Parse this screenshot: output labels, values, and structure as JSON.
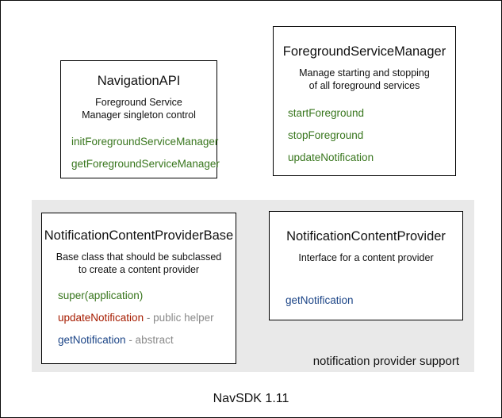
{
  "diagram": {
    "caption": "NavSDK 1.11",
    "group_label": "notification provider support",
    "colors": {
      "method_green": "#38761d",
      "method_red": "#a61c00",
      "method_blue": "#1c4587",
      "annotation_gray": "#8a8a8a"
    },
    "boxes": [
      {
        "id": "navigation-api",
        "title": "NavigationAPI",
        "description": [
          "Foreground Service",
          "Manager singleton control"
        ],
        "methods": [
          {
            "name": "initForegroundServiceManager"
          },
          {
            "name": "getForegroundServiceManager"
          }
        ]
      },
      {
        "id": "foreground-service-manager",
        "title": "ForegroundServiceManager",
        "description": [
          "Manage starting and stopping",
          "of all foreground services"
        ],
        "methods": [
          {
            "name": "startForeground"
          },
          {
            "name": "stopForeground"
          },
          {
            "name": "updateNotification"
          }
        ]
      },
      {
        "id": "notification-content-provider-base",
        "title": "NotificationContentProviderBase",
        "description": [
          "Base class that should be subclassed",
          "to create a content provider"
        ],
        "methods": [
          {
            "name": "super(application)"
          },
          {
            "name": "updateNotification",
            "annotation": " - public helper"
          },
          {
            "name": "getNotification",
            "annotation": " - abstract"
          }
        ]
      },
      {
        "id": "notification-content-provider",
        "title": "NotificationContentProvider",
        "description": [
          "Interface for a content provider"
        ],
        "methods": [
          {
            "name": "getNotification"
          }
        ]
      }
    ]
  }
}
